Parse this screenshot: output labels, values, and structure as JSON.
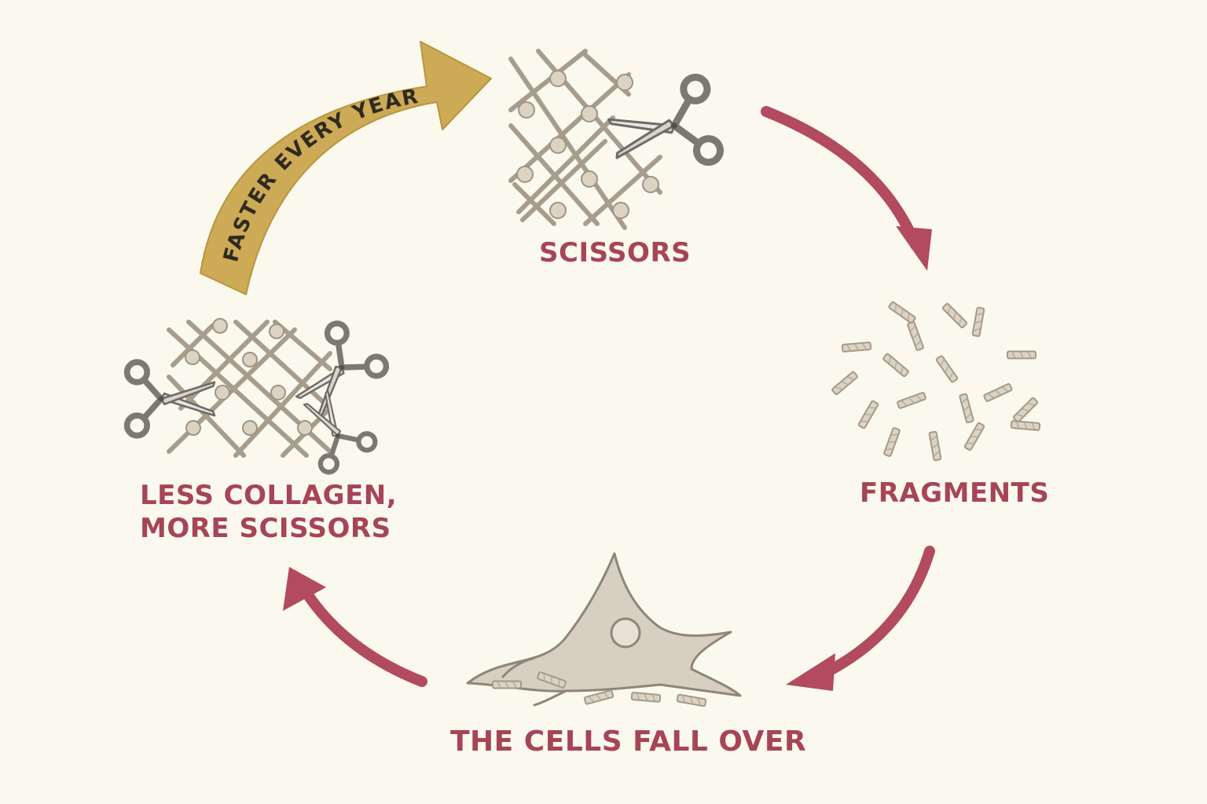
{
  "labels": {
    "scissors": "SCISSORS",
    "fragments": "FRAGMENTS",
    "cells_fall": "THE CELLS FALL OVER",
    "less_collagen_line1": "LESS COLLAGEN,",
    "less_collagen_line2": "MORE SCISSORS"
  },
  "banner": {
    "text": "FASTER EVERY YEAR"
  },
  "colors": {
    "background": "#fbf8ee",
    "arrow": "#b24a60",
    "label": "#a64458",
    "banner": "#cdaa55",
    "fiber": "#d8ccb7",
    "fiber_stroke": "#9d9484",
    "scissor_metal": "#8f8b84",
    "cell": "#d6cfc2"
  },
  "icons": [
    "collagen-mesh-icon",
    "scissors-icon",
    "fragments-icon",
    "cell-icon"
  ]
}
